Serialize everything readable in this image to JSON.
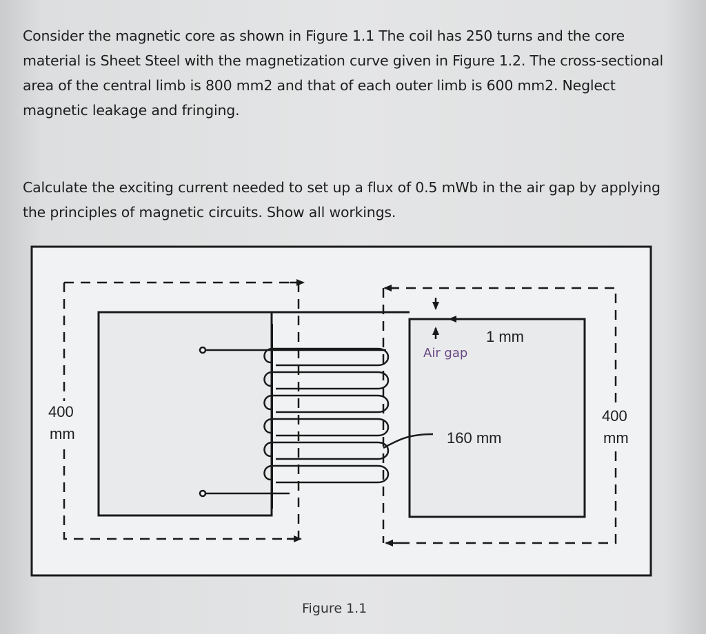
{
  "problem": {
    "paragraph1": "Consider the magnetic core as shown in Figure 1.1 The coil has 250 turns and the core material is Sheet Steel with the magnetization curve given in Figure 1.2. The cross-sectional area of the central limb is 800 mm2 and that of each outer limb is 600 mm2. Neglect magnetic leakage and fringing.",
    "paragraph2": "Calculate the exciting current needed to set up a flux of 0.5 mWb in the air gap by applying the principles of magnetic circuits. Show all workings."
  },
  "figure": {
    "left_dimension_value": "400",
    "left_dimension_unit": "mm",
    "right_dimension_value": "400",
    "right_dimension_unit": "mm",
    "gap_dimension": "1 mm",
    "air_gap_label": "Air gap",
    "center_dimension": "160 mm",
    "caption": "Figure 1.1",
    "coil_turns_drawn": 6
  }
}
